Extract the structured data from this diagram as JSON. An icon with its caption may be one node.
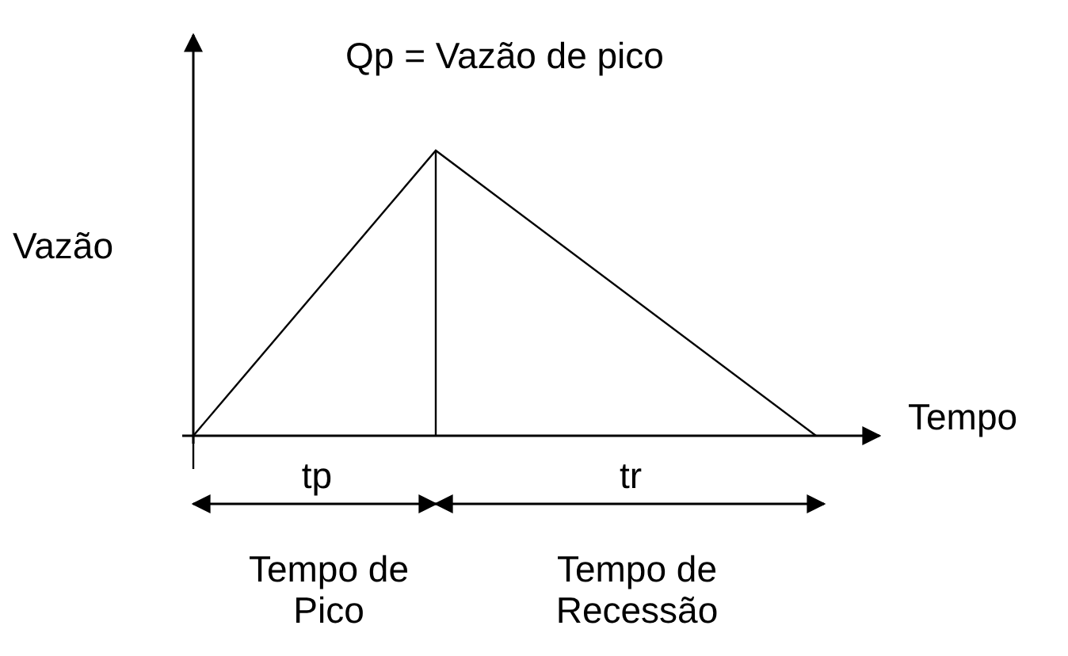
{
  "diagram": {
    "labels": [
      "Qp = Vazão de pico",
      "Vazão",
      "Tempo",
      "tp",
      "tr",
      "Tempo de Pico",
      "Tempo de Recessão"
    ]
  }
}
